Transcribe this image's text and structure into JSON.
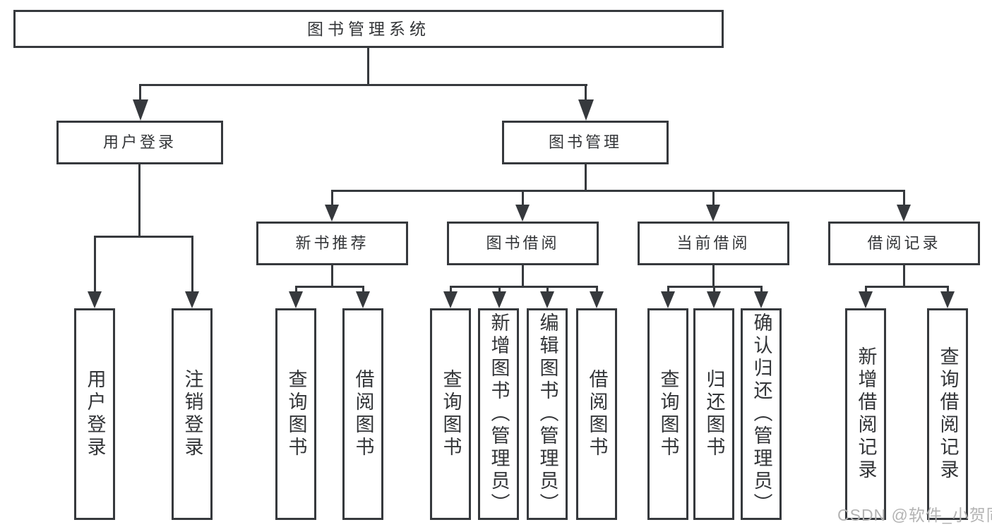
{
  "colors": {
    "line": "#36393d",
    "text": "#333538",
    "background": "#ffffff",
    "watermark": "#b3b3b3"
  },
  "watermark": {
    "text": "CSDN @软件_小贺同学"
  },
  "tree": {
    "label": "图书管理系统",
    "children": [
      {
        "label": "用户登录",
        "children": [
          {
            "label": "用户登录"
          },
          {
            "label": "注销登录"
          }
        ]
      },
      {
        "label": "图书管理",
        "children": [
          {
            "label": "新书推荐",
            "children": [
              {
                "label": "查询图书"
              },
              {
                "label": "借阅图书"
              }
            ]
          },
          {
            "label": "图书借阅",
            "children": [
              {
                "label": "查询图书"
              },
              {
                "label": "新增图书（管理员）"
              },
              {
                "label": "编辑图书（管理员）"
              },
              {
                "label": "借阅图书"
              }
            ]
          },
          {
            "label": "当前借阅",
            "children": [
              {
                "label": "查询图书"
              },
              {
                "label": "归还图书"
              },
              {
                "label": "确认归还（管理员）"
              }
            ]
          },
          {
            "label": "借阅记录",
            "children": [
              {
                "label": "新增借阅记录"
              },
              {
                "label": "查询借阅记录"
              }
            ]
          }
        ]
      }
    ]
  }
}
